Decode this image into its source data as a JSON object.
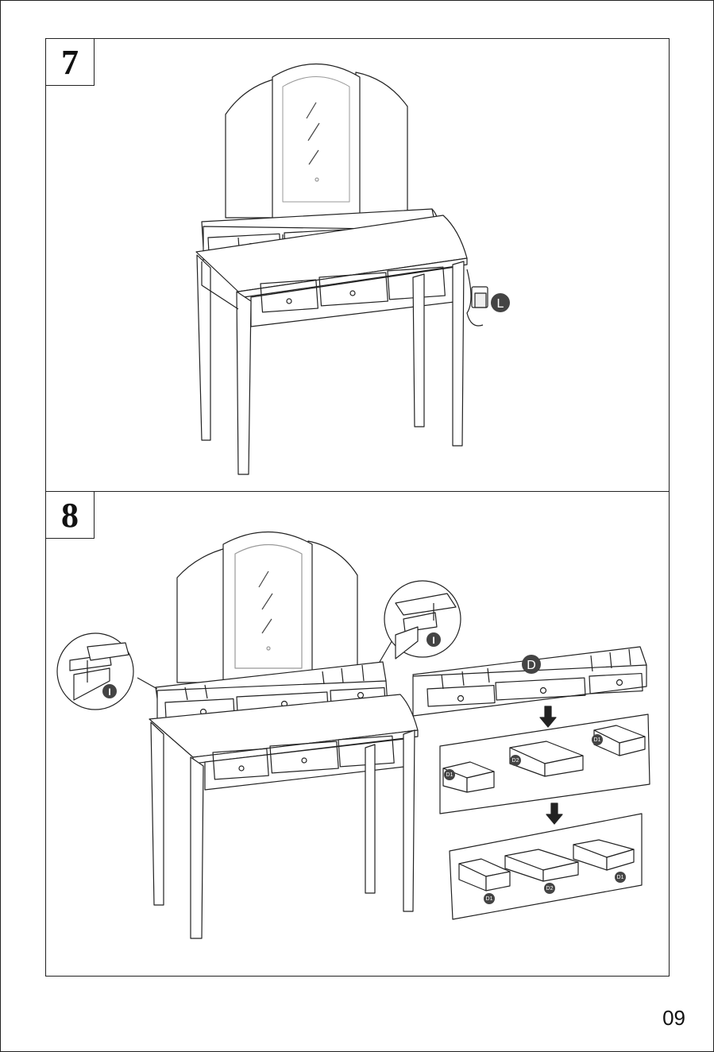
{
  "steps": [
    {
      "number": "7",
      "callouts": [
        {
          "label": "L"
        }
      ]
    },
    {
      "number": "8",
      "callouts": [
        {
          "label": "I"
        },
        {
          "label": "I"
        },
        {
          "label": "D"
        }
      ],
      "drawer_labels": [
        "D1",
        "D2",
        "D1",
        "D1",
        "D2",
        "D1"
      ]
    }
  ],
  "page_number": "09"
}
